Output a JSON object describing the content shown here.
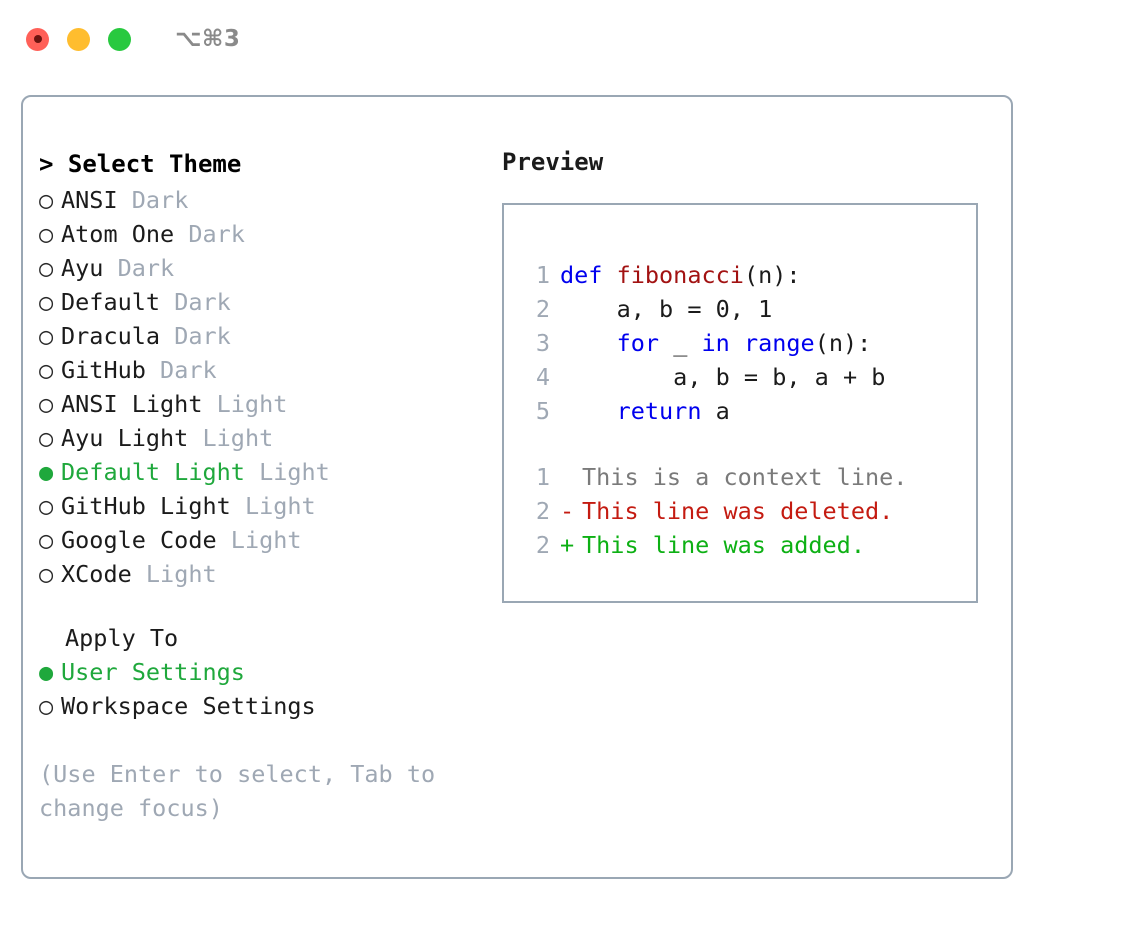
{
  "window": {
    "title": "⌥⌘3",
    "traffic_lights": [
      {
        "name": "close",
        "color": "#FF6058"
      },
      {
        "name": "minimize",
        "color": "#FFBD2E"
      },
      {
        "name": "maximize",
        "color": "#28C93F"
      }
    ]
  },
  "theme_picker": {
    "header": "> Select Theme",
    "marker_selected": "●",
    "marker_unselected": "○",
    "items": [
      {
        "name": "ANSI",
        "mode": "Dark",
        "selected": false
      },
      {
        "name": "Atom One",
        "mode": "Dark",
        "selected": false
      },
      {
        "name": "Ayu",
        "mode": "Dark",
        "selected": false
      },
      {
        "name": "Default",
        "mode": "Dark",
        "selected": false
      },
      {
        "name": "Dracula",
        "mode": "Dark",
        "selected": false
      },
      {
        "name": "GitHub",
        "mode": "Dark",
        "selected": false
      },
      {
        "name": "ANSI Light",
        "mode": "Light",
        "selected": false
      },
      {
        "name": "Ayu Light",
        "mode": "Light",
        "selected": false
      },
      {
        "name": "Default Light",
        "mode": "Light",
        "selected": true
      },
      {
        "name": "GitHub Light",
        "mode": "Light",
        "selected": false
      },
      {
        "name": "Google Code",
        "mode": "Light",
        "selected": false
      },
      {
        "name": "XCode",
        "mode": "Light",
        "selected": false
      }
    ]
  },
  "apply_to": {
    "label": "Apply To",
    "items": [
      {
        "name": "User Settings",
        "selected": true
      },
      {
        "name": "Workspace Settings",
        "selected": false
      }
    ]
  },
  "hint": "(Use Enter to select, Tab to change focus)",
  "preview": {
    "header": "Preview",
    "code_lines": [
      {
        "no": "1",
        "tokens": [
          {
            "text": "def ",
            "kind": "kw"
          },
          {
            "text": "fibonacci",
            "kind": "fn"
          },
          {
            "text": "(n):",
            "kind": "plain"
          }
        ]
      },
      {
        "no": "2",
        "tokens": [
          {
            "text": "    a, b = 0, 1",
            "kind": "plain"
          }
        ]
      },
      {
        "no": "3",
        "tokens": [
          {
            "text": "    for",
            "kind": "kw"
          },
          {
            "text": " _ ",
            "kind": "plain"
          },
          {
            "text": "in range",
            "kind": "kw"
          },
          {
            "text": "(n):",
            "kind": "plain"
          }
        ]
      },
      {
        "no": "4",
        "tokens": [
          {
            "text": "        a, b = b, a + b",
            "kind": "plain"
          }
        ]
      },
      {
        "no": "5",
        "tokens": [
          {
            "text": "    return",
            "kind": "kw"
          },
          {
            "text": " a",
            "kind": "plain"
          }
        ]
      }
    ],
    "diff_lines": [
      {
        "no": "1",
        "sign": " ",
        "text": "This is a context line.",
        "kind": "context"
      },
      {
        "no": "2",
        "sign": "-",
        "text": "This line was deleted.",
        "kind": "del"
      },
      {
        "no": "2",
        "sign": "+",
        "text": "This line was added.",
        "kind": "add"
      }
    ]
  },
  "colors": {
    "accent_green": "#1fa83c",
    "muted": "#9fa8b4",
    "border": "#9aa7b4",
    "keyword_blue": "#0000ee",
    "function_red": "#a21212",
    "diff_add": "#0db014",
    "diff_del": "#c41b11"
  }
}
